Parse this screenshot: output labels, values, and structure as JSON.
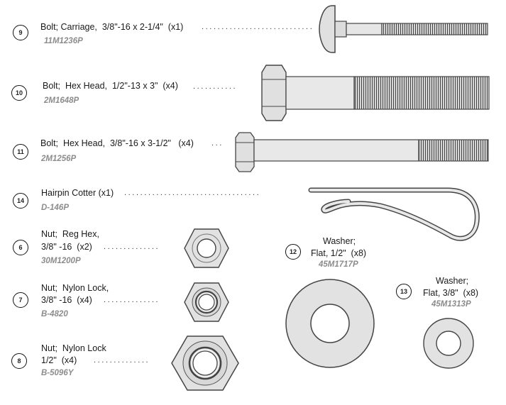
{
  "parts": [
    {
      "num": "9",
      "label": "Bolt; Carriage,  3/8\"-16 x 2-1/4\"  (x1)",
      "part_no": "11M1236P",
      "icon": "carriage-bolt"
    },
    {
      "num": "10",
      "label": "Bolt;  Hex Head,  1/2\"-13 x 3\"  (x4)",
      "part_no": "2M1648P",
      "icon": "hex-bolt-large"
    },
    {
      "num": "11",
      "label": "Bolt;  Hex Head,  3/8\"-16 x 3-1/2\"   (x4)",
      "part_no": "2M1256P",
      "icon": "hex-bolt-small"
    },
    {
      "num": "14",
      "label": "Hairpin Cotter (x1)",
      "part_no": "D-146P",
      "icon": "hairpin-cotter"
    },
    {
      "num": "6",
      "label1": "Nut;  Reg Hex,",
      "label2": "3/8\" -16  (x2)",
      "part_no": "30M1200P",
      "icon": "hex-nut"
    },
    {
      "num": "7",
      "label1": "Nut;  Nylon Lock,",
      "label2": "3/8\" -16  (x4)",
      "part_no": "B-4820",
      "icon": "nylon-lock-nut"
    },
    {
      "num": "8",
      "label1": "Nut;  Nylon Lock",
      "label2": "1/2\"  (x4)",
      "part_no": "B-5096Y",
      "icon": "nylon-lock-nut-large"
    },
    {
      "num": "12",
      "label1": "Washer;",
      "label2": "Flat, 1/2\"  (x8)",
      "part_no": "45M1717P",
      "icon": "washer-large"
    },
    {
      "num": "13",
      "label1": "Washer;",
      "label2": "Flat, 3/8\"  (x8)",
      "part_no": "45M1313P",
      "icon": "washer-small"
    }
  ]
}
